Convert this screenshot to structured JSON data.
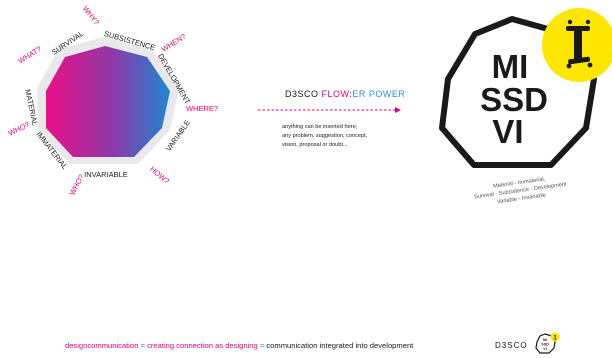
{
  "colors": {
    "pink": "#e6007e",
    "blue": "#2f8fd6",
    "magenta_grad": "#ea1086",
    "purple_grad": "#7b3fb0",
    "blue_grad": "#1f86d2",
    "yellow": "#ffe600",
    "ring": "#e9e9ec",
    "dark": "#1a1a1a",
    "grey_text": "#555555"
  },
  "left_diagram": {
    "category_labels": [
      "SUBSISTENCE",
      "DEVELOPMENT",
      "VARIABLE",
      "INVARIABLE",
      "IMMATERIAL",
      "MATERIAL",
      "SURVIVAL"
    ],
    "question_labels": [
      "WHY?",
      "WHEN?",
      "WHERE?",
      "HOW?",
      "WHO?",
      "WHO?",
      "WHAT?"
    ]
  },
  "middle": {
    "title_prefix": "D3SCO ",
    "title_flow": "FLOW",
    "title_colon": ":",
    "title_er": "ER",
    "title_power": " POWER",
    "description_lines": [
      "anything can be inserted here;",
      "any problem, suggestion, concept,",
      "vision, proposal or doubt..."
    ]
  },
  "logo": {
    "rows": [
      "MI",
      "SSD",
      "VI"
    ],
    "badge_icon": "i-figure-icon",
    "caption_lines": [
      "Material - Immaterial,",
      "Survival - Subsistence - Development",
      "Variable - Invariable"
    ]
  },
  "footer": {
    "design": "designcommunication",
    "eq1": " = ",
    "creating": "creating connection as designing",
    "eq2": " = ",
    "rest": "communication integrated into development",
    "brand": "D3SCO",
    "mini_logo_rows": [
      "MI",
      "SSD",
      "VI"
    ],
    "mini_badge": "1"
  }
}
